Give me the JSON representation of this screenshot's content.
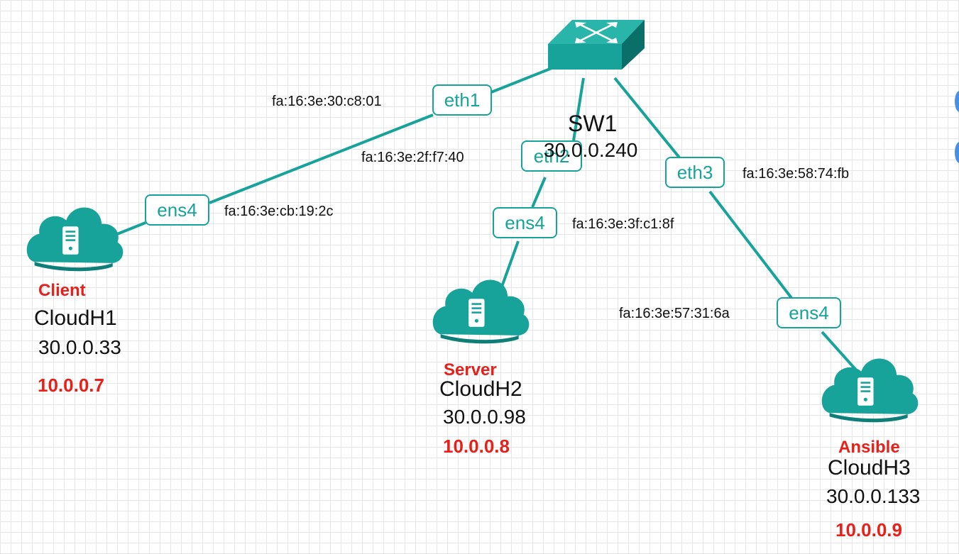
{
  "switch": {
    "name": "SW1",
    "ip": "30.0.0.240"
  },
  "switch_ports": [
    {
      "label": "eth1",
      "mac": "fa:16:3e:30:c8:01"
    },
    {
      "label": "eth2",
      "mac": "fa:16:3e:2f:f7:40"
    },
    {
      "label": "eth3",
      "mac": "fa:16:3e:58:74:fb"
    }
  ],
  "hosts": [
    {
      "role": "Client",
      "name": "CloudH1",
      "ip": "30.0.0.33",
      "private_ip": "10.0.0.7",
      "port_label": "ens4",
      "port_mac": "fa:16:3e:cb:19:2c"
    },
    {
      "role": "Server",
      "name": "CloudH2",
      "ip": "30.0.0.98",
      "private_ip": "10.0.0.8",
      "port_label": "ens4",
      "port_mac": "fa:16:3e:3f:c1:8f"
    },
    {
      "role": "Ansible",
      "name": "CloudH3",
      "ip": "30.0.0.133",
      "private_ip": "10.0.0.9",
      "port_label": "ens4",
      "port_mac": "fa:16:3e:57:31:6a"
    }
  ],
  "colors": {
    "link": "#18a39a",
    "device": "#18a39a",
    "role_text": "#e8201a"
  },
  "icons": {
    "switch": "switch-icon",
    "host": "cloud-server-icon"
  }
}
